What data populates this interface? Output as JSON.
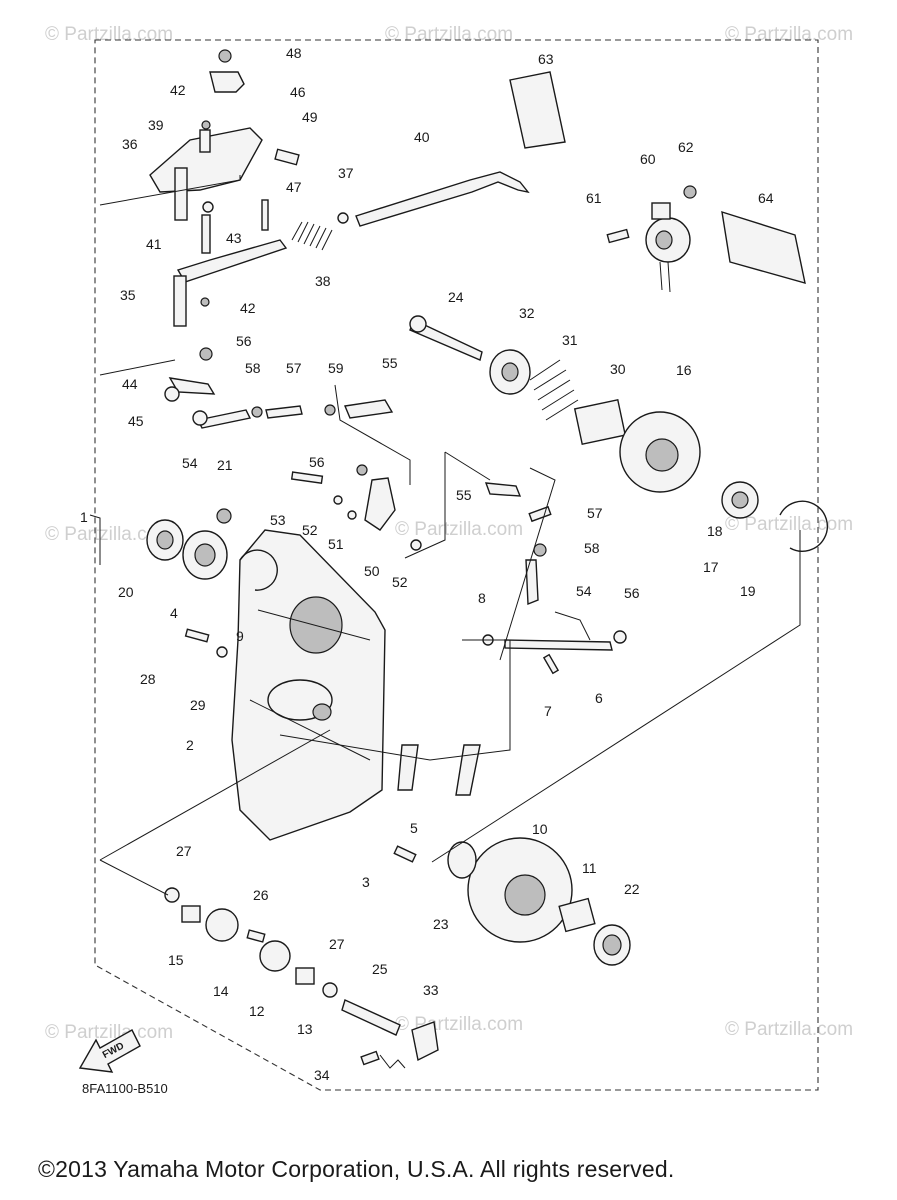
{
  "watermarks": [
    "© Partzilla.com",
    "© Partzilla.com",
    "© Partzilla.com",
    "© Partzilla.com",
    "© Partzilla.com",
    "© Partzilla.com",
    "© Partzilla.com",
    "© Partzilla.com",
    "© Partzilla.com"
  ],
  "fwd_label": "FWD",
  "diagram_code": "8FA1100-B510",
  "copyright": "©2013  Yamaha Motor Corporation, U.S.A. All rights reserved.",
  "callouts": [
    "48",
    "46",
    "42",
    "49",
    "39",
    "36",
    "47",
    "43",
    "41",
    "40",
    "37",
    "38",
    "35",
    "42",
    "56",
    "44",
    "58",
    "57",
    "59",
    "55",
    "45",
    "54",
    "63",
    "60",
    "62",
    "61",
    "64",
    "24",
    "32",
    "31",
    "30",
    "16",
    "21",
    "56",
    "53",
    "52",
    "51",
    "50",
    "52",
    "55",
    "57",
    "58",
    "54",
    "56",
    "8",
    "6",
    "7",
    "18",
    "17",
    "19",
    "1",
    "20",
    "4",
    "9",
    "28",
    "29",
    "2",
    "5",
    "3",
    "10",
    "11",
    "22",
    "23",
    "27",
    "26",
    "15",
    "14",
    "12",
    "13",
    "27",
    "25",
    "33",
    "34"
  ]
}
